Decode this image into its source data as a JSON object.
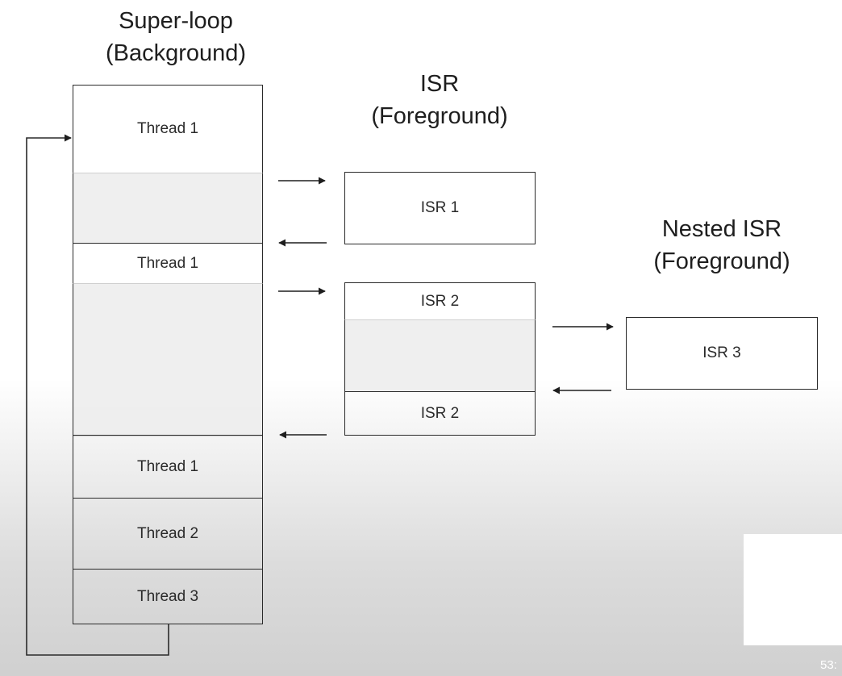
{
  "headings": {
    "superloop_line1": "Super-loop",
    "superloop_line2": "(Background)",
    "isr_line1": "ISR",
    "isr_line2": "(Foreground)",
    "nested_line1": "Nested ISR",
    "nested_line2": "(Foreground)"
  },
  "superloop": {
    "thread1_a": "Thread 1",
    "thread1_b": "Thread 1",
    "thread1_c": "Thread 1",
    "thread2": "Thread 2",
    "thread3": "Thread 3"
  },
  "isr": {
    "isr1": "ISR 1",
    "isr2_top": "ISR 2",
    "isr2_bottom": "ISR 2",
    "isr3": "ISR 3"
  },
  "overlay": {
    "timestamp": "53:"
  }
}
